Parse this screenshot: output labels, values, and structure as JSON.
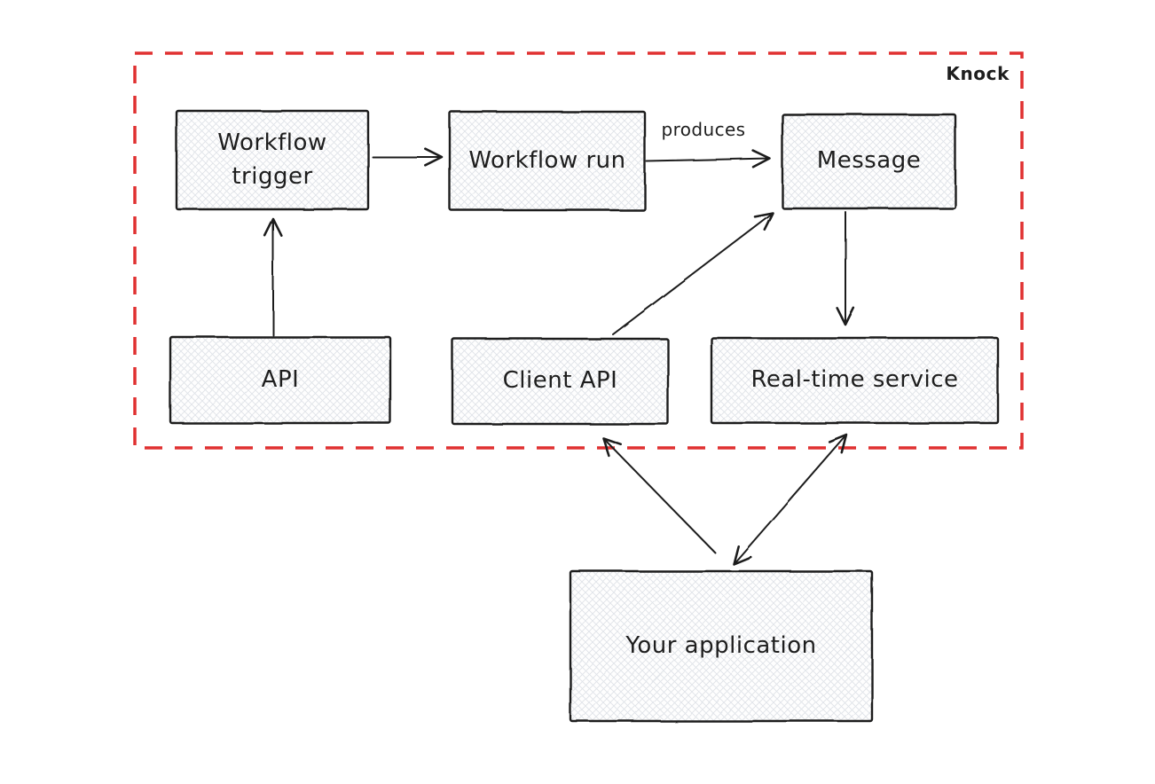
{
  "diagram": {
    "boundary_label": "Knock",
    "nodes": [
      {
        "id": "workflow-trigger",
        "label": "Workflow trigger"
      },
      {
        "id": "workflow-run",
        "label": "Workflow run"
      },
      {
        "id": "message",
        "label": "Message"
      },
      {
        "id": "api",
        "label": "API"
      },
      {
        "id": "client-api",
        "label": "Client API"
      },
      {
        "id": "real-time-service",
        "label": "Real-time service"
      },
      {
        "id": "your-application",
        "label": "Your application"
      }
    ],
    "edges": [
      {
        "from": "workflow-trigger",
        "to": "workflow-run",
        "label": "",
        "type": "arrow"
      },
      {
        "from": "workflow-run",
        "to": "message",
        "label": "produces",
        "type": "arrow"
      },
      {
        "from": "api",
        "to": "workflow-trigger",
        "label": "",
        "type": "arrow"
      },
      {
        "from": "message",
        "to": "real-time-service",
        "label": "",
        "type": "arrow"
      },
      {
        "from": "client-api",
        "to": "message",
        "label": "",
        "type": "arrow"
      },
      {
        "from": "your-application",
        "to": "client-api",
        "label": "",
        "type": "arrow"
      },
      {
        "from": "your-application",
        "to": "real-time-service",
        "label": "",
        "type": "double-arrow"
      }
    ],
    "colors": {
      "boundary": "#e03131",
      "stroke": "#1e1e1e",
      "hatch": "#dfe3e8",
      "canvas": "#ffffff",
      "text": "#1e1e1e"
    }
  }
}
